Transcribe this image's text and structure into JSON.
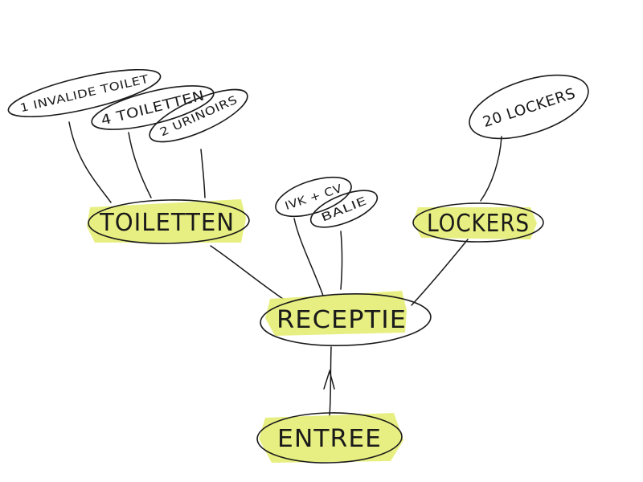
{
  "colors": {
    "highlight": "#e4ec6c",
    "ink": "#1a1a1a",
    "background": "#ffffff"
  },
  "nodes": {
    "entree": {
      "label": "ENTREE"
    },
    "receptie": {
      "label": "RECEPTIE"
    },
    "toiletten": {
      "label": "TOILETTEN"
    },
    "lockers": {
      "label": "LOCKERS"
    },
    "invalide_toilet": {
      "label": "1 INVALIDE TOILET"
    },
    "toiletten_count": {
      "label": "4 TOILETTEN"
    },
    "urinoirs": {
      "label": "2 URINOIRS"
    },
    "ivk_cv": {
      "label": "IVK + CV"
    },
    "balie": {
      "label": "BALIE"
    },
    "lockers_count": {
      "label": "20 LOCKERS"
    }
  }
}
